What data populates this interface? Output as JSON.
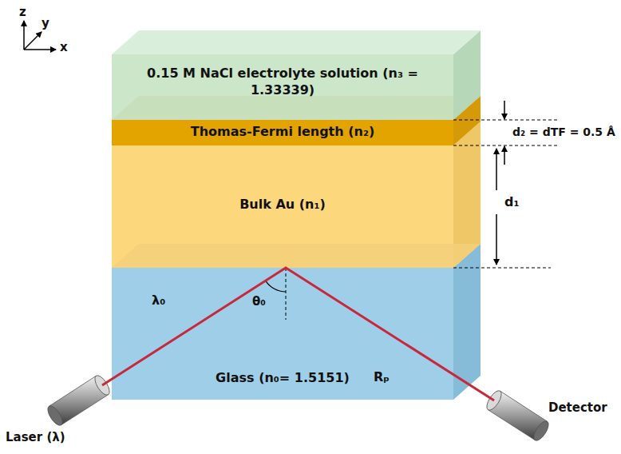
{
  "diagram": {
    "nodes": [
      {
        "text": [
          "0.15 M NaCl electrolyte solution (n₃ = 1.33339)"
        ]
      },
      {
        "text": [
          "Thomas-Fermi length (n₂)"
        ]
      },
      {
        "text": [
          "Bulk Au (n₁)"
        ]
      },
      {
        "text": [
          "Glass (n₀= 1.5151)"
        ]
      },
      {
        "text": [
          "Laser (λ)"
        ]
      },
      {
        "text": [
          "Detector"
        ]
      }
    ],
    "edges": [
      {
        "from": 4,
        "to": 5,
        "arrow": "none"
      }
    ],
    "labels": [
      "z",
      "y",
      "x",
      "d₂ = dTF = 0.5 Å",
      "d₁",
      "θ₀",
      "λ₀",
      "Rₚ"
    ]
  }
}
